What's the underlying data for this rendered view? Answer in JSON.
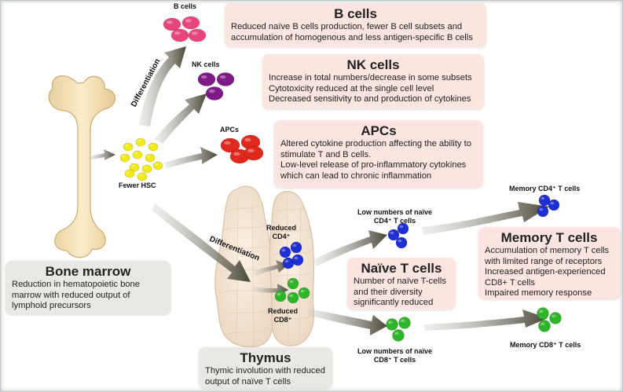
{
  "labels": {
    "b_cells": "B cells",
    "nk_cells": "NK cells",
    "apcs": "APCs",
    "fewer_hsc": "Fewer HSC",
    "differentiation_upper": "Differentiation",
    "differentiation_lower": "Differentiation",
    "reduced_cd4": [
      "Reduced",
      "CD4⁺"
    ],
    "reduced_cd8": [
      "Reduced",
      "CD8⁺"
    ],
    "naive_cd4": [
      "Low numbers of naïve",
      "CD4⁺ T cells"
    ],
    "naive_cd8": [
      "Low numbers of naïve",
      "CD8⁺ T cells"
    ],
    "memory_cd4": "Memory CD4⁺ T cells",
    "memory_cd8": "Memory CD8⁺ T cells"
  },
  "boxes": {
    "b_cells": {
      "title": "B cells",
      "lines": [
        "Reduced naïve B cells production, fewer B cell subsets and",
        "accumulation of homogenous and less antigen-specific B cells"
      ]
    },
    "nk_cells": {
      "title": "NK cells",
      "lines": [
        "Increase in total numbers/decrease in some subsets",
        "Cytotoxicity reduced at the single cell level",
        "Decreased sensitivity to and production of cytokines"
      ]
    },
    "apcs": {
      "title": "APCs",
      "lines": [
        "Altered cytokine production affecting the ability to",
        "stimulate T and B cells.",
        "Low-level release of pro-inflammatory cytokines",
        "which can lead to chronic inflammation"
      ]
    },
    "memory_t": {
      "title": "Memory T cells",
      "lines": [
        "Accumulation of memory T cells",
        "with limited range of receptors",
        "Increased antigen-experienced",
        "CD8+ T cells",
        "Impaired memory response"
      ]
    },
    "naive_t": {
      "title": "Naïve T cells",
      "lines": [
        "Number of naïve T-cells",
        "and their diversity",
        "significantly reduced"
      ]
    },
    "bone_marrow": {
      "title": "Bone marrow",
      "lines": [
        "Reduction in hematopoietic bone",
        "marrow with reduced output of",
        "lymphoid precursors"
      ]
    },
    "thymus": {
      "title": "Thymus",
      "lines": [
        "Thymic involution with reduced",
        "output of naïve T cells"
      ]
    }
  },
  "colors": {
    "b_cells": "#e8457a",
    "nk_cells": "#7d1a86",
    "apcs": "#e0281d",
    "hsc": "#f3ea12",
    "cd4": "#1f2fd6",
    "cd8": "#2fb52a",
    "text_box": "#fce4e0",
    "info_box": "#e9e8e4"
  }
}
